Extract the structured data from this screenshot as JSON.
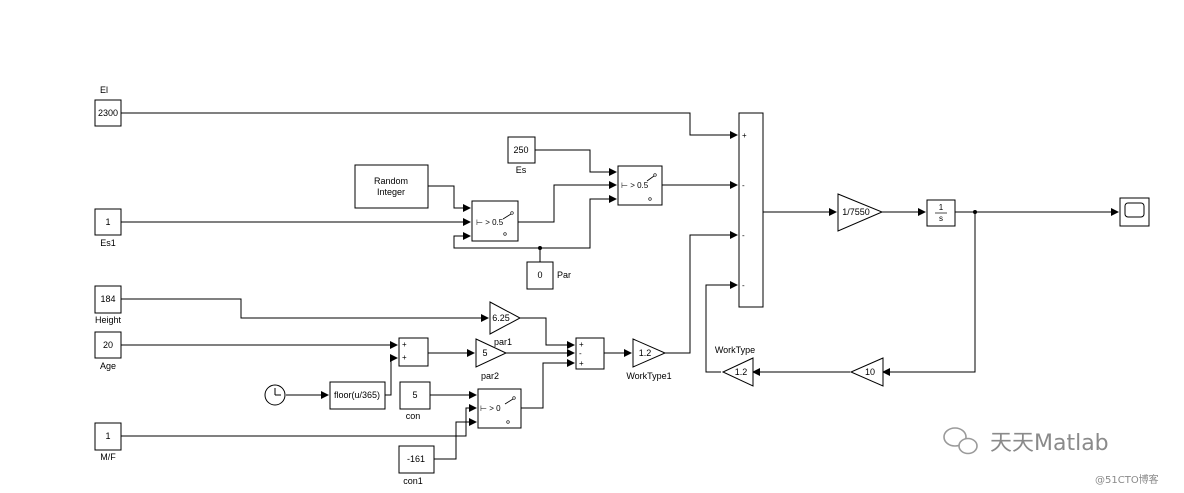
{
  "blocks": {
    "el": {
      "value": "2300",
      "label": "El"
    },
    "es1": {
      "value": "1",
      "label": "Es1"
    },
    "random": {
      "line1": "Random",
      "line2": "Integer"
    },
    "switch1": {
      "threshold": "> 0.5"
    },
    "es": {
      "value": "250",
      "label": "Es"
    },
    "switch2": {
      "threshold": "> 0.5"
    },
    "par": {
      "value": "0",
      "label": "Par"
    },
    "height": {
      "value": "184",
      "label": "Height"
    },
    "age": {
      "value": "20",
      "label": "Age"
    },
    "clock": {},
    "floor": {
      "expr": "floor(u/365)"
    },
    "con": {
      "value": "5",
      "label": "con"
    },
    "switch3": {
      "threshold": "> 0"
    },
    "mf": {
      "value": "1",
      "label": "M/F"
    },
    "con1": {
      "value": "-161",
      "label": "con1"
    },
    "par1": {
      "gain": "6.25",
      "label": "par1"
    },
    "par2": {
      "gain": "5",
      "label": "par2"
    },
    "sumAge": {
      "signs": [
        "+",
        "+"
      ]
    },
    "sumWork": {
      "signs": [
        "+",
        "-",
        "+"
      ]
    },
    "workType1": {
      "gain": "1.2",
      "label": "WorkType1"
    },
    "bigSum": {
      "signs": [
        "+",
        "-",
        "-",
        "-"
      ]
    },
    "gainMain": {
      "gain": "1/7550"
    },
    "integrator": {
      "num": "1",
      "den": "s"
    },
    "gain10": {
      "gain": "10"
    },
    "workType": {
      "gain": "1.2",
      "label": "WorkType"
    },
    "scope": {}
  },
  "watermark": {
    "brand": "天天Matlab",
    "credit": "@51CTO博客"
  }
}
